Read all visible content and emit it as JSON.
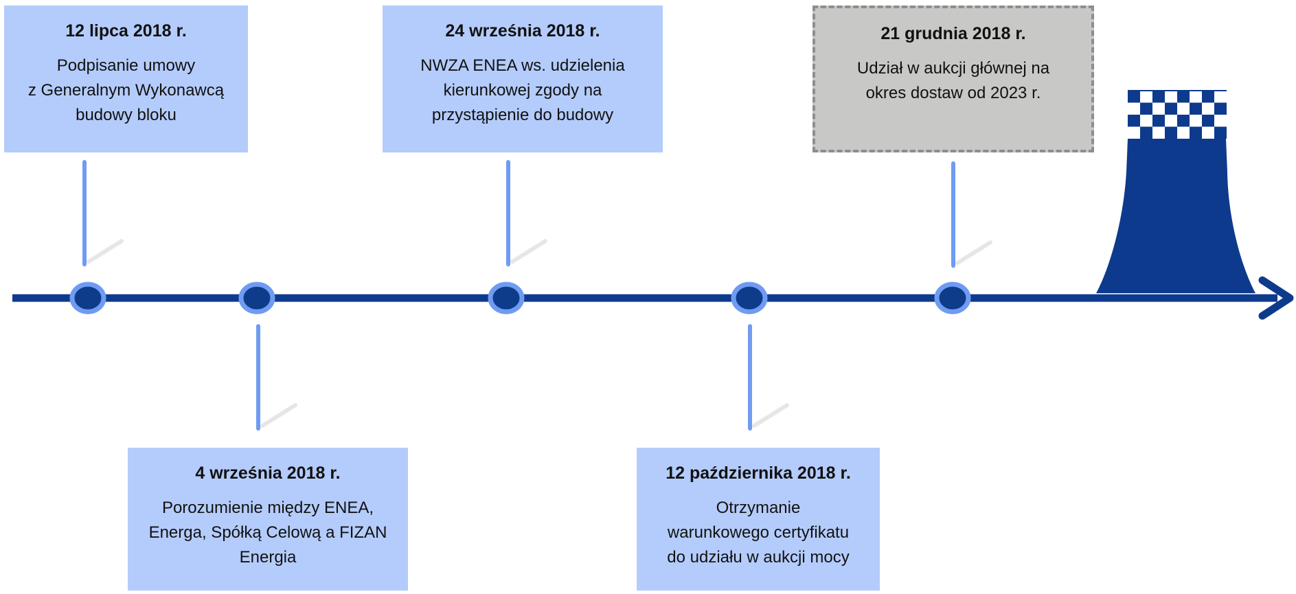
{
  "timeline": {
    "events": [
      {
        "date": "12 lipca 2018 r.",
        "lines": [
          "Podpisanie umowy",
          "z Generalnym Wykonawcą",
          "budowy bloku"
        ],
        "style": "blue"
      },
      {
        "date": "4 września 2018 r.",
        "lines": [
          "Porozumienie między ENEA,",
          "Energa, Spółką Celową a FIZAN",
          "Energia"
        ],
        "style": "blue"
      },
      {
        "date": "24 września 2018 r.",
        "lines": [
          "NWZA ENEA ws. udzielenia",
          "kierunkowej zgody na",
          "przystąpienie do budowy"
        ],
        "style": "blue"
      },
      {
        "date": "12 października 2018 r.",
        "lines": [
          "Otrzymanie",
          "warunkowego certyfikatu",
          "do udziału w aukcji mocy"
        ],
        "style": "blue"
      },
      {
        "date": "21 grudnia 2018 r.",
        "lines": [
          "Udział w aukcji głównej na",
          "okres dostaw od 2023 r."
        ],
        "style": "grey-dashed"
      }
    ]
  },
  "colors": {
    "axis": "#0d3a8c",
    "node_fill": "#0e3b8a",
    "node_ring": "#6f9cf2",
    "connector": "#6f9cf2",
    "box_blue": "#b4ccfb",
    "box_grey": "#c8c8c6",
    "tower": "#0d3a8c"
  },
  "icons": {
    "end": "cooling-tower-icon",
    "arrow": "arrow-right-icon"
  }
}
